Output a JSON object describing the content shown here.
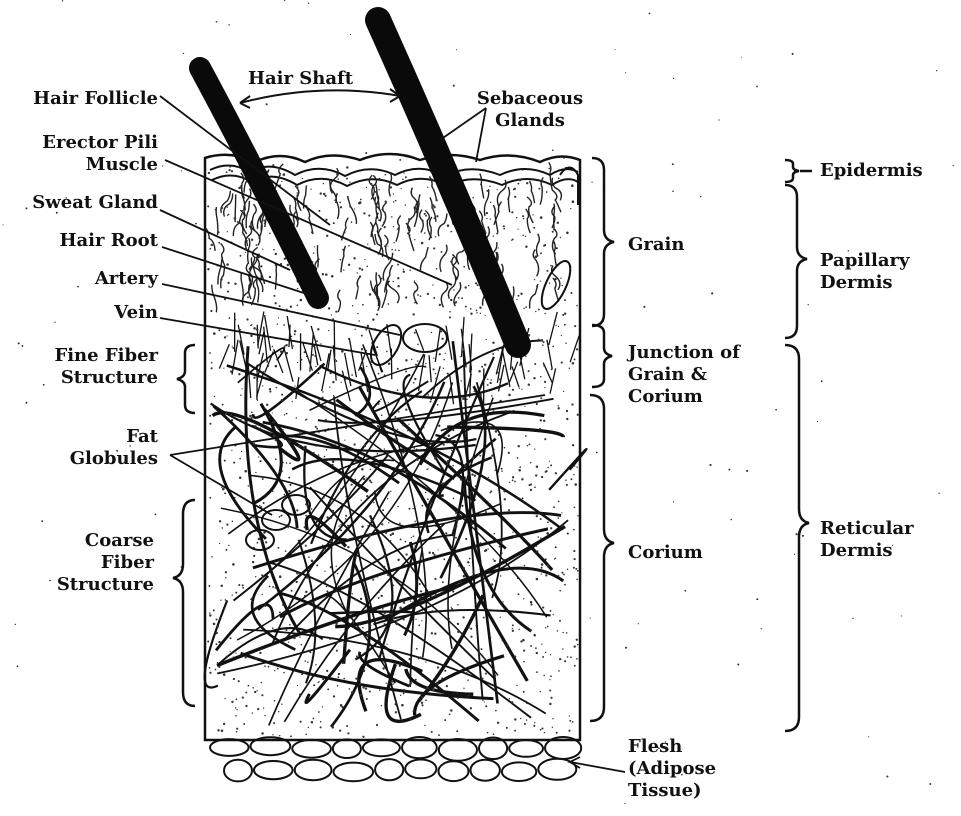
{
  "colors": {
    "ink": "#111111",
    "paper": "#ffffff",
    "stipple": "#333333"
  },
  "labels": {
    "hair_shaft": "Hair Shaft",
    "sebaceous_glands": [
      "Sebaceous",
      "Glands"
    ],
    "hair_follicle": "Hair Follicle",
    "erector_pili_muscle": [
      "Erector Pili",
      "Muscle"
    ],
    "sweat_gland": "Sweat Gland",
    "hair_root": "Hair Root",
    "artery": "Artery",
    "vein": "Vein",
    "fine_fiber_structure": [
      "Fine Fiber",
      "Structure"
    ],
    "fat_globules": [
      "Fat",
      "Globules"
    ],
    "coarse_fiber_structure": [
      "Coarse",
      "Fiber",
      "Structure"
    ],
    "grain": "Grain",
    "junction": [
      "Junction of",
      "Grain &",
      "Corium"
    ],
    "corium": "Corium",
    "flesh": [
      "Flesh",
      "(Adipose",
      "Tissue)"
    ],
    "epidermis": "Epidermis",
    "papillary_dermis": [
      "Papillary",
      "Dermis"
    ],
    "reticular_dermis": [
      "Reticular",
      "Dermis"
    ]
  }
}
